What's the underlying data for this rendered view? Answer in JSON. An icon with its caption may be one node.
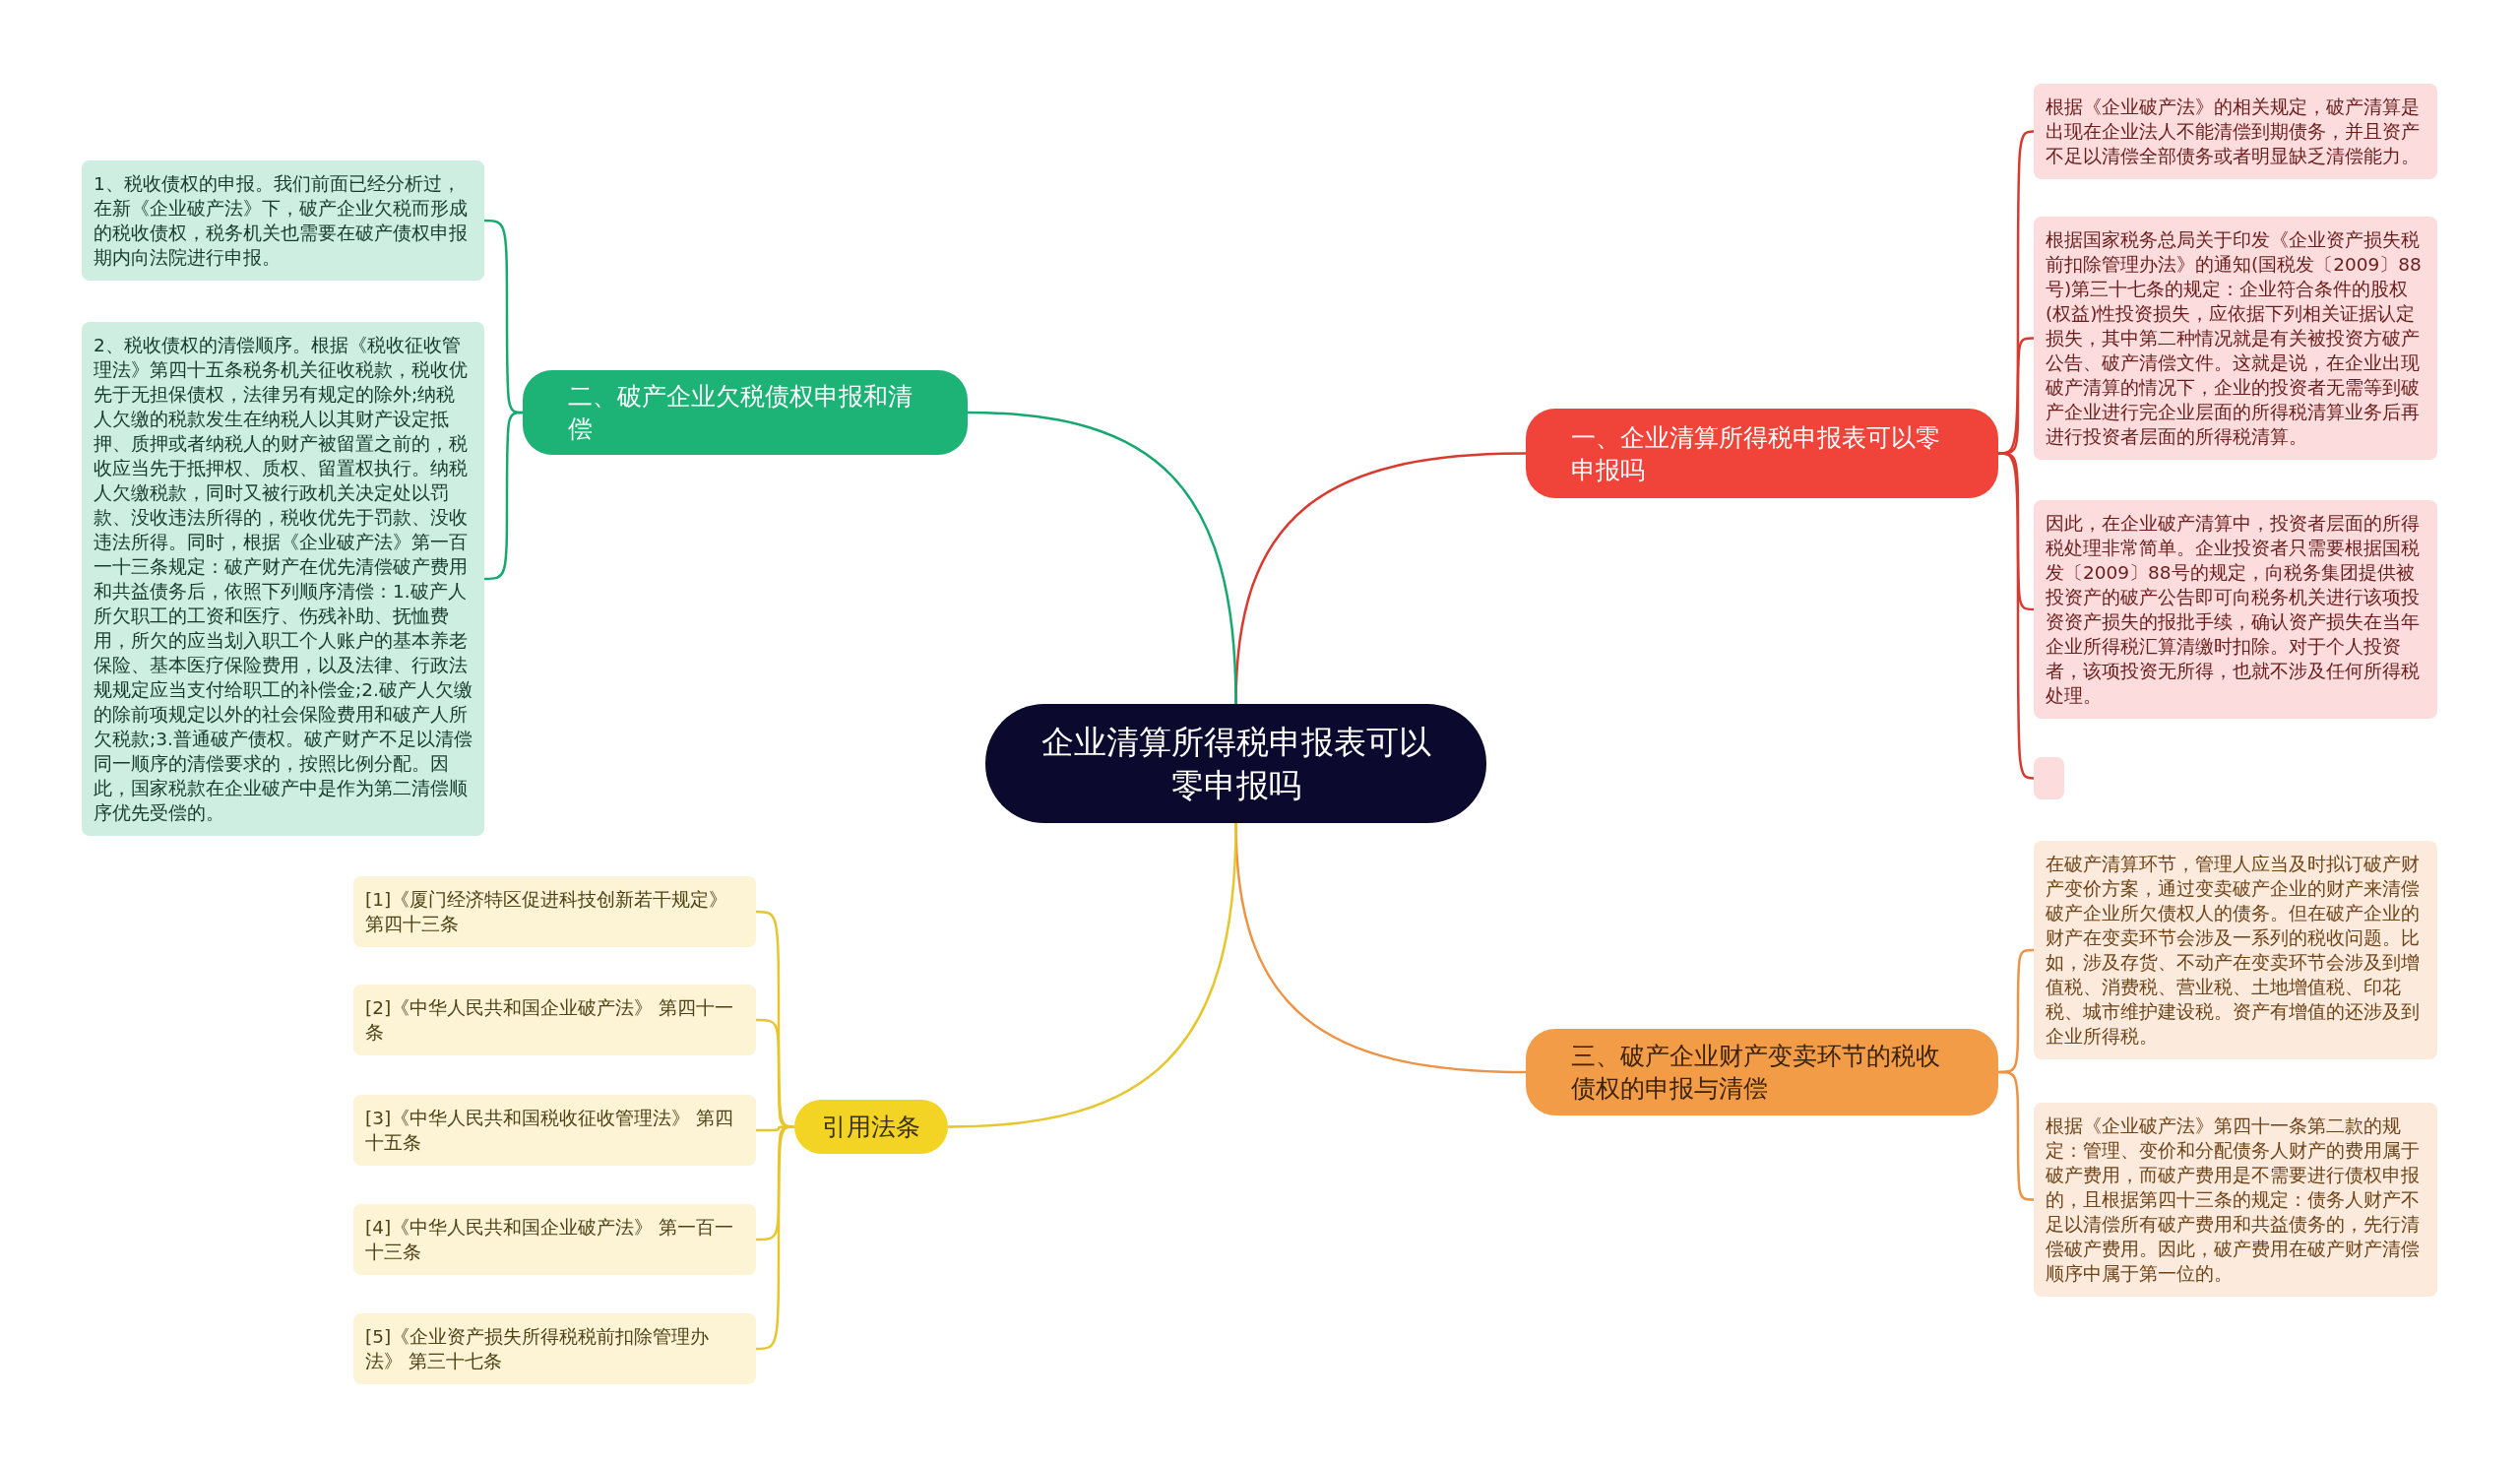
{
  "diagram": {
    "nodes": [
      {
        "text": [
          "企业清算所得税申报表可以零申报吗"
        ]
      },
      {
        "text": [
          "一、企业清算所得税申报表可以零申报吗"
        ]
      },
      {
        "text": [
          "根据《企业破产法》的相关规定，破产清算是出现在企业法人不能清偿到期债务，并且资产不足以清偿全部债务或者明显缺乏清偿能力。"
        ]
      },
      {
        "text": [
          "根据国家税务总局关于印发《企业资产损失税前扣除管理办法》的通知(国税发〔2009〕88号)第三十七条的规定：企业符合条件的股权(权益)性投资损失，应依据下列相关证据认定损失，其中第二种情况就是有关被投资方破产公告、破产清偿文件。这就是说，在企业出现破产清算的情况下，企业的投资者无需等到破产企业进行完企业层面的所得税清算业务后再进行投资者层面的所得税清算。"
        ]
      },
      {
        "text": [
          "因此，在企业破产清算中，投资者层面的所得税处理非常简单。企业投资者只需要根据国税发〔2009〕88号的规定，向税务集团提供被投资产的破产公告即可向税务机关进行该项投资资产损失的报批手续，确认资产损失在当年企业所得税汇算清缴时扣除。对于个人投资者，该项投资无所得，也就不涉及任何所得税处理。"
        ]
      },
      {
        "text": [],
        "shape": "box"
      },
      {
        "text": [
          "二、破产企业欠税债权申报和清偿"
        ]
      },
      {
        "text": [
          "1、税收债权的申报。我们前面已经分析过，在新《企业破产法》下，破产企业欠税而形成的税收债权，税务机关也需要在破产债权申报期内向法院进行申报。"
        ]
      },
      {
        "text": [
          "2、税收债权的清偿顺序。根据《税收征收管理法》第四十五条税务机关征收税款，税收优先于无担保债权，法律另有规定的除外;纳税人欠缴的税款发生在纳税人以其财产设定抵押、质押或者纳税人的财产被留置之前的，税收应当先于抵押权、质权、留置权执行。纳税人欠缴税款，同时又被行政机关决定处以罚款、没收违法所得的，税收优先于罚款、没收违法所得。同时，根据《企业破产法》第一百一十三条规定：破产财产在优先清偿破产费用和共益债务后，依照下列顺序清偿：1.破产人所欠职工的工资和医疗、伤残补助、抚恤费用，所欠的应当划入职工个人账户的基本养老保险、基本医疗保险费用，以及法律、行政法规规定应当支付给职工的补偿金;2.破产人欠缴的除前项规定以外的社会保险费用和破产人所欠税款;3.普通破产债权。破产财产不足以清偿同一顺序的清偿要求的，按照比例分配。因此，国家税款在企业破产中是作为第二清偿顺序优先受偿的。"
        ]
      },
      {
        "text": [
          "三、破产企业财产变卖环节的税收债权的申报与清偿"
        ]
      },
      {
        "text": [
          "在破产清算环节，管理人应当及时拟订破产财产变价方案，通过变卖破产企业的财产来清偿破产企业所欠债权人的债务。但在破产企业的财产在变卖环节会涉及一系列的税收问题。比如，涉及存货、不动产在变卖环节会涉及到增值税、消费税、营业税、土地增值税、印花税、城市维护建设税。资产有增值的还涉及到企业所得税。"
        ]
      },
      {
        "text": [
          "根据《企业破产法》第四十一条第二款的规定：管理、变价和分配债务人财产的费用属于破产费用，而破产费用是不需要进行债权申报的，且根据第四十三条的规定：债务人财产不足以清偿所有破产费用和共益债务的，先行清偿破产费用。因此，破产费用在破产财产清偿顺序中属于第一位的。"
        ]
      },
      {
        "text": [
          "引用法条"
        ]
      },
      {
        "text": [
          "[1]《厦门经济特区促进科技创新若干规定》第四十三条"
        ]
      },
      {
        "text": [
          "[2]《中华人民共和国企业破产法》 第四十一条"
        ]
      },
      {
        "text": [
          "[3]《中华人民共和国税收征收管理法》 第四十五条"
        ]
      },
      {
        "text": [
          "[4]《中华人民共和国企业破产法》 第一百一十三条"
        ]
      },
      {
        "text": [
          "[5]《企业资产损失所得税税前扣除管理办法》 第三十七条"
        ]
      }
    ],
    "edges": [
      {
        "from": 0,
        "to": 1,
        "arrow": "none",
        "color": "#d93a30"
      },
      {
        "from": 1,
        "to": 2,
        "arrow": "none",
        "color": "#d93a30"
      },
      {
        "from": 1,
        "to": 3,
        "arrow": "none",
        "color": "#d93a30"
      },
      {
        "from": 1,
        "to": 4,
        "arrow": "none",
        "color": "#d93a30"
      },
      {
        "from": 1,
        "to": 5,
        "arrow": "none",
        "color": "#d93a30"
      },
      {
        "from": 0,
        "to": 6,
        "arrow": "none",
        "color": "#17a870"
      },
      {
        "from": 6,
        "to": 7,
        "arrow": "none",
        "color": "#17a870"
      },
      {
        "from": 6,
        "to": 8,
        "arrow": "none",
        "color": "#17a870"
      },
      {
        "from": 0,
        "to": 9,
        "arrow": "none",
        "color": "#ee9244"
      },
      {
        "from": 9,
        "to": 10,
        "arrow": "none",
        "color": "#ee9244"
      },
      {
        "from": 9,
        "to": 11,
        "arrow": "none",
        "color": "#ee9244"
      },
      {
        "from": 0,
        "to": 12,
        "arrow": "none",
        "color": "#e6c62c"
      },
      {
        "from": 12,
        "to": 13,
        "arrow": "none",
        "color": "#e6c62c"
      },
      {
        "from": 12,
        "to": 14,
        "arrow": "none",
        "color": "#e6c62c"
      },
      {
        "from": 12,
        "to": 15,
        "arrow": "none",
        "color": "#e6c62c"
      },
      {
        "from": 12,
        "to": 16,
        "arrow": "none",
        "color": "#e6c62c"
      },
      {
        "from": 12,
        "to": 17,
        "arrow": "none",
        "color": "#e6c62c"
      }
    ]
  }
}
